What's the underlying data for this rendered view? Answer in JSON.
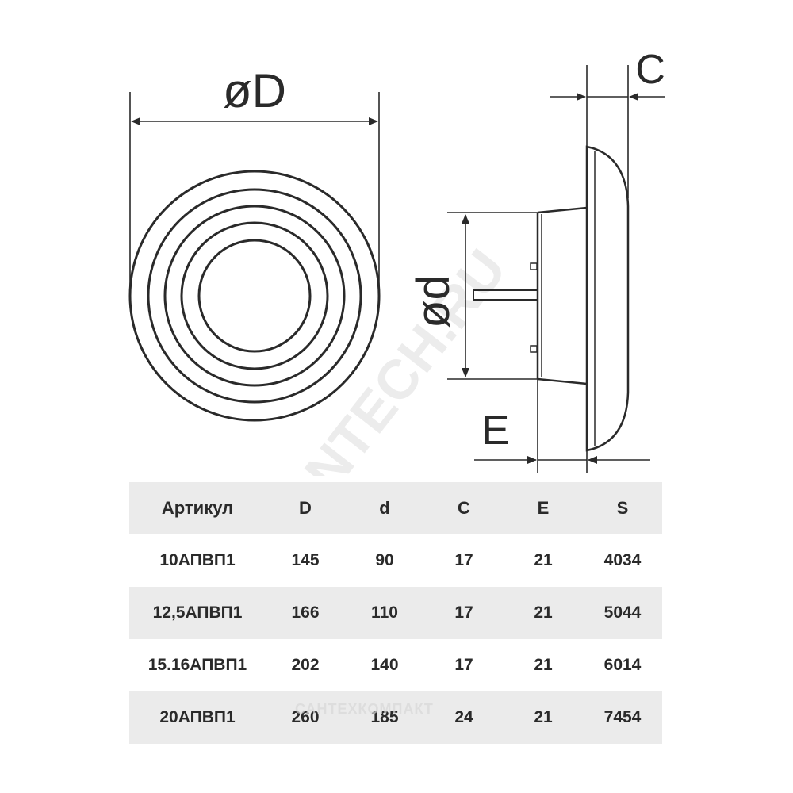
{
  "labels": {
    "outer_diameter": "øD",
    "inner_diameter": "ød",
    "flange": "C",
    "depth": "E"
  },
  "watermark": {
    "main": "SANTECH.RU",
    "secondary": "САНТЕХКОМПАКТ"
  },
  "table": {
    "headers": [
      "Артикул",
      "D",
      "d",
      "C",
      "E",
      "S"
    ],
    "rows": [
      [
        "10АПВП1",
        "145",
        "90",
        "17",
        "21",
        "4034"
      ],
      [
        "12,5АПВП1",
        "166",
        "110",
        "17",
        "21",
        "5044"
      ],
      [
        "15.16АПВП1",
        "202",
        "140",
        "17",
        "21",
        "6014"
      ],
      [
        "20АПВП1",
        "260",
        "185",
        "24",
        "21",
        "7454"
      ]
    ]
  },
  "colors": {
    "line": "#2a2a2a",
    "row_shade": "#ebebeb",
    "watermark": "#dddddd"
  }
}
